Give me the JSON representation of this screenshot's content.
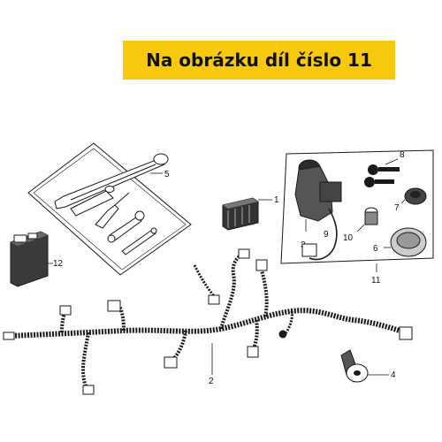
{
  "banner": {
    "text": "Na obrázku díl číslo 11",
    "color": "#f6c90e"
  },
  "callouts": {
    "c1": "1",
    "c2": "2",
    "c3": "3",
    "c4": "4",
    "c5": "5",
    "c6": "6",
    "c7": "7",
    "c8": "8",
    "c9": "9",
    "c10": "10",
    "c11": "11",
    "c12": "12"
  },
  "colors": {
    "line": "#1a1a1a",
    "part_dark": "#2b2b2b",
    "part_mid": "#8a8a8a"
  }
}
